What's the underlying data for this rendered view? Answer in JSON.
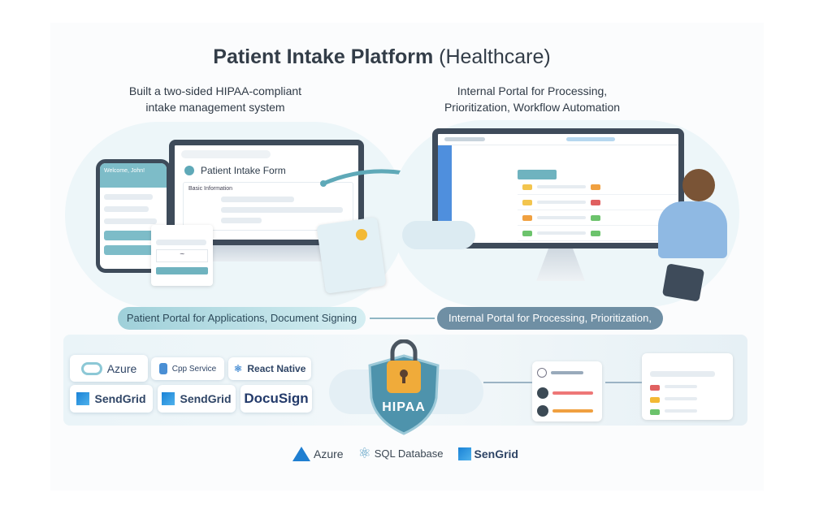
{
  "title": {
    "main": "Patient Intake Platform",
    "suffix": "(Healthcare)"
  },
  "left_subtitle": "Built a two-sided HIPAA-compliant intake management system",
  "right_subtitle": "Internal Portal for Processing, Prioritization, Workflow Automation",
  "form": {
    "title": "Patient Intake Form",
    "section": "Basic Information"
  },
  "phone": {
    "greeting": "Welcome, John!"
  },
  "pills": {
    "left": "Patient Portal for Applications, Document Signing",
    "right": "Internal Portal for Processing, Prioritization,"
  },
  "tiles": [
    "Azure",
    "Cpp Service",
    "React Native",
    "SendGrid",
    "SendGrid",
    "DocuSign"
  ],
  "badge": "HIPAA",
  "footer_logos": [
    "Azure",
    "SQL Database",
    "SenGrid"
  ],
  "colors": {
    "teal": "#5fa9b8",
    "navy": "#3e4b5a",
    "pill_right": "#6f8fa4"
  }
}
